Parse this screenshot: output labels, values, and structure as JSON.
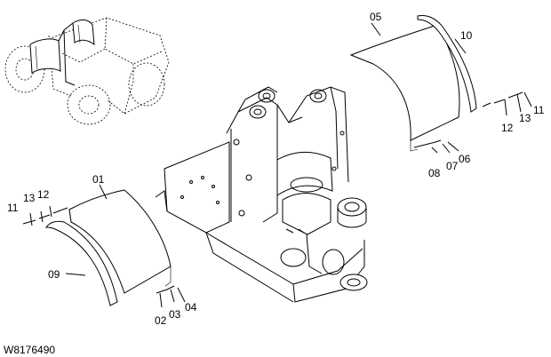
{
  "drawing_code": "W8176490",
  "labels": {
    "p01": "01",
    "p02": "02",
    "p03": "03",
    "p04": "04",
    "p05": "05",
    "p06": "06",
    "p07": "07",
    "p08": "08",
    "p09": "09",
    "p10": "10",
    "p11a": "11",
    "p12a": "12",
    "p13a": "13",
    "p11b": "11",
    "p12b": "12",
    "p13b": "13"
  }
}
